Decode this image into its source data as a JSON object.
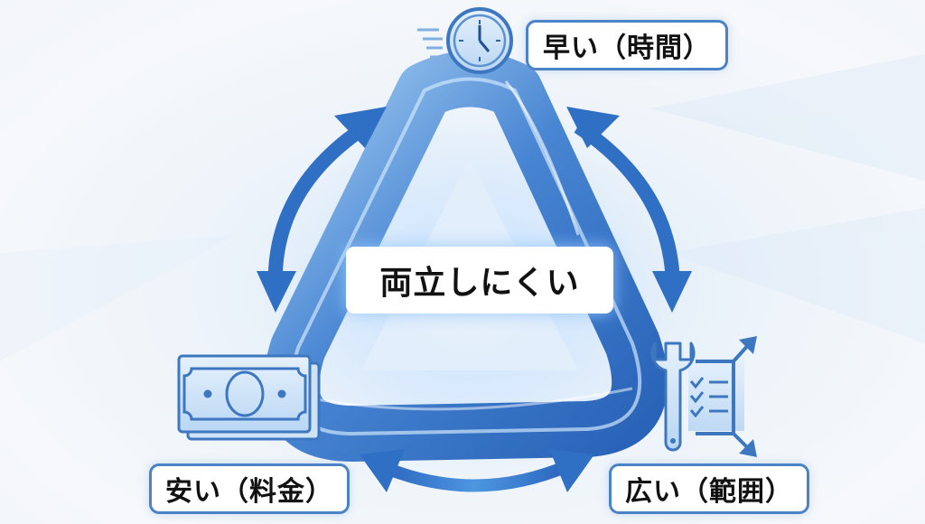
{
  "diagram": {
    "center_label": "両立しにくい",
    "nodes": [
      {
        "id": "fast",
        "label": "早い（時間）",
        "icon": "clock-icon"
      },
      {
        "id": "cheap",
        "label": "安い（料金）",
        "icon": "money-icon"
      },
      {
        "id": "broad",
        "label": "広い（範囲）",
        "icon": "wrench-checklist-expand-icon"
      }
    ],
    "connectors": [
      {
        "from": "fast",
        "to": "cheap",
        "type": "double-arrow"
      },
      {
        "from": "fast",
        "to": "broad",
        "type": "double-arrow"
      },
      {
        "from": "cheap",
        "to": "broad",
        "type": "double-arrow"
      }
    ],
    "colors": {
      "primary_blue": "#2f6fc4",
      "light_blue": "#8fc3f0",
      "border_blue": "#4a84c6",
      "background": "#eef4fa"
    }
  }
}
